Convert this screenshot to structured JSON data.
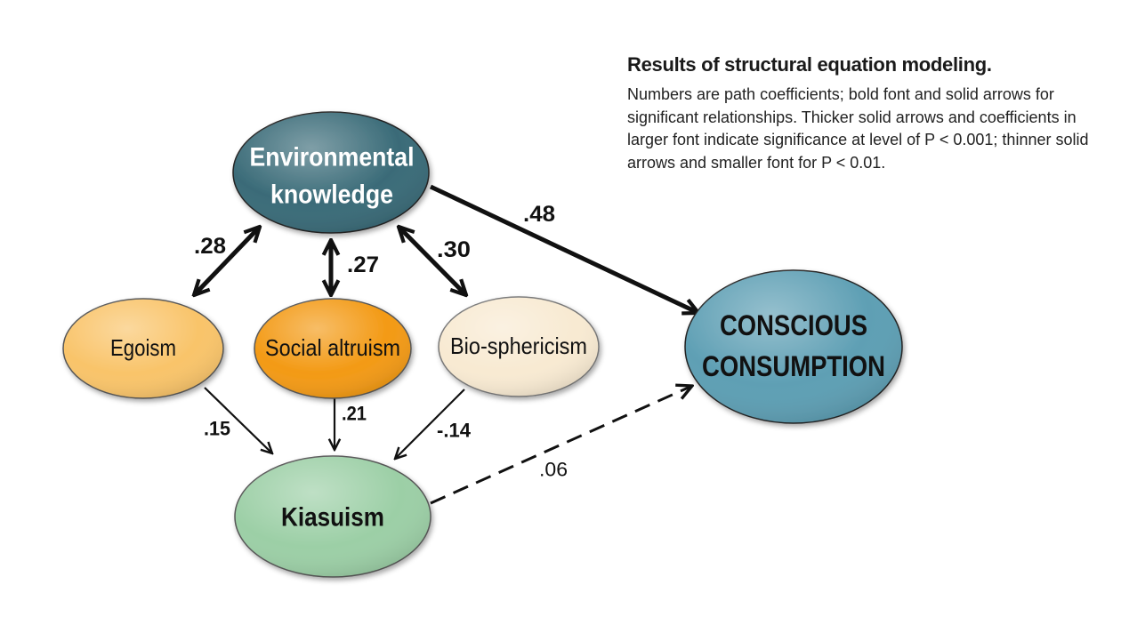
{
  "caption": {
    "title": "Results of structural equation modeling.",
    "body": "Numbers are path coefficients; bold font and solid arrows for significant relationships. Thicker solid arrows and coefficients in larger font indicate significance at level of P < 0.001; thinner solid arrows and smaller font for P < 0.01."
  },
  "nodes": {
    "environmental_knowledge": {
      "line1": "Environmental",
      "line2": "knowledge",
      "fill": "#3a6b78",
      "text_color": "#ffffff"
    },
    "egoism": {
      "label": "Egoism",
      "fill": "#f9c46a",
      "text_color": "#111111"
    },
    "social_altruism": {
      "label": "Social altruism",
      "fill": "#f39a15",
      "text_color": "#111111"
    },
    "bio_sphericism": {
      "label": "Bio-sphericism",
      "fill": "#f8ead2",
      "text_color": "#111111"
    },
    "kiasuism": {
      "label": "Kiasuism",
      "fill": "#9ccfa6",
      "text_color": "#111111"
    },
    "conscious_consumption": {
      "line1": "CONSCIOUS",
      "line2": "CONSUMPTION",
      "fill": "#5e9fb4",
      "text_color": "#111111"
    }
  },
  "paths": {
    "ek_egoism": {
      "label": ".28",
      "style": "double-arrow",
      "significance": "P < 0.001"
    },
    "ek_social": {
      "label": ".27",
      "style": "double-arrow",
      "significance": "P < 0.001"
    },
    "ek_bio": {
      "label": ".30",
      "style": "double-arrow",
      "significance": "P < 0.001"
    },
    "ek_cc": {
      "label": ".48",
      "style": "arrow",
      "significance": "P < 0.001"
    },
    "egoism_kiasu": {
      "label": ".15",
      "style": "arrow",
      "significance": "P < 0.01"
    },
    "social_kiasu": {
      "label": ".21",
      "style": "arrow",
      "significance": "P < 0.01"
    },
    "bio_kiasu": {
      "label": "-.14",
      "style": "arrow",
      "significance": "P < 0.01"
    },
    "kiasu_cc": {
      "label": ".06",
      "style": "dashed-arrow",
      "significance": "not significant"
    }
  }
}
